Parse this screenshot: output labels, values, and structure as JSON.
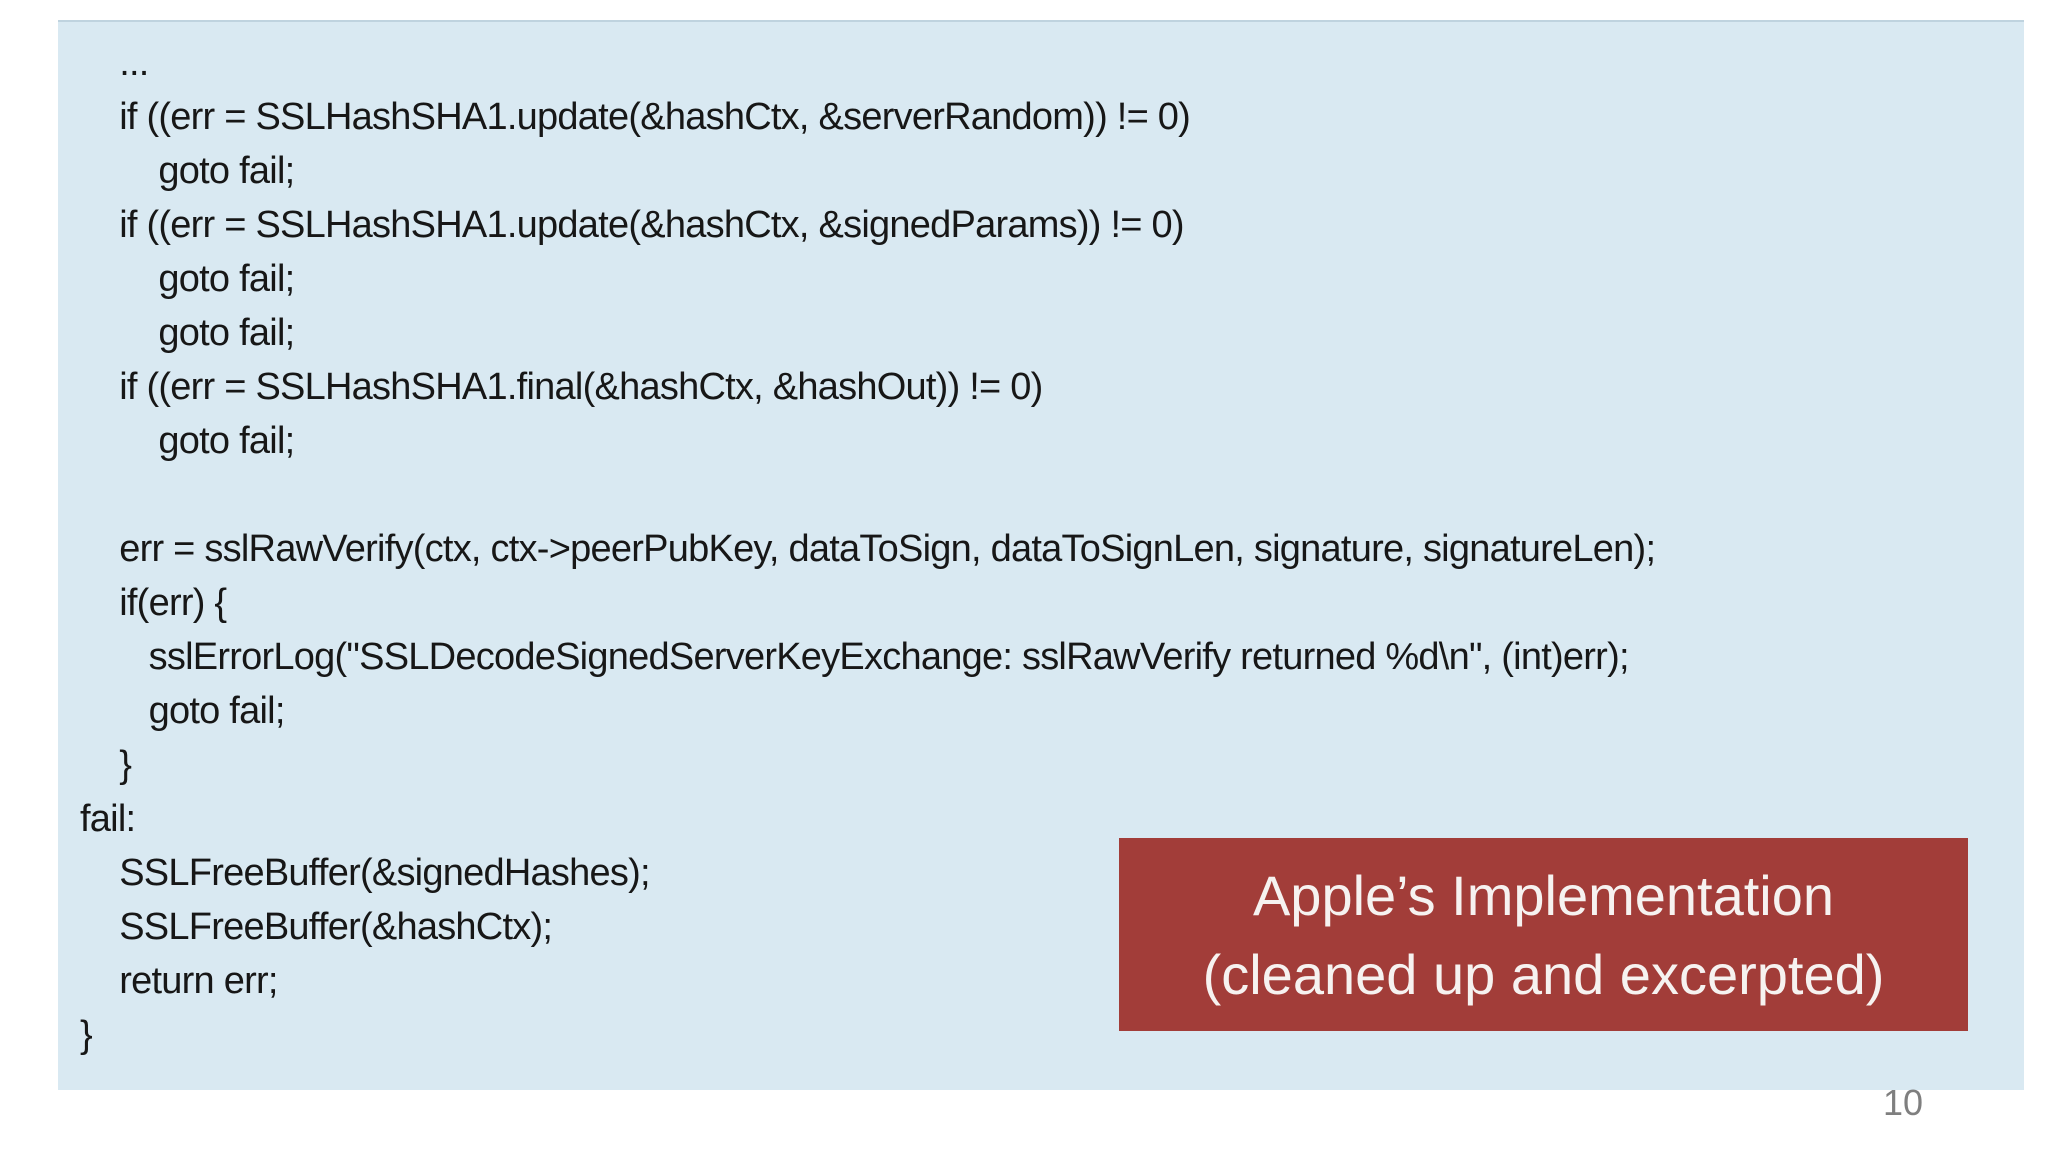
{
  "slide": {
    "background_color": "#ffffff",
    "panel_color": "#d9e9f2",
    "code_color": "#171717",
    "code_lines": [
      "    ...",
      "    if ((err = SSLHashSHA1.update(&hashCtx, &serverRandom)) != 0)",
      "        goto fail;",
      "    if ((err = SSLHashSHA1.update(&hashCtx, &signedParams)) != 0)",
      "        goto fail;",
      "        goto fail;",
      "    if ((err = SSLHashSHA1.final(&hashCtx, &hashOut)) != 0)",
      "        goto fail;",
      "",
      "    err = sslRawVerify(ctx, ctx->peerPubKey, dataToSign, dataToSignLen, signature, signatureLen);",
      "    if(err) {",
      "       sslErrorLog(\"SSLDecodeSignedServerKeyExchange: sslRawVerify returned %d\\n\", (int)err);",
      "       goto fail;",
      "    }",
      "fail:",
      "    SSLFreeBuffer(&signedHashes);",
      "    SSLFreeBuffer(&hashCtx);",
      "    return err;",
      "}"
    ],
    "callout": {
      "background_color": "#a23d39",
      "text_color": "#f6f2f0",
      "label_line1": "Apple’s Implementation",
      "label_line2": "(cleaned up and excerpted)"
    },
    "page_number": "10",
    "page_number_color": "#7f7f7f"
  }
}
